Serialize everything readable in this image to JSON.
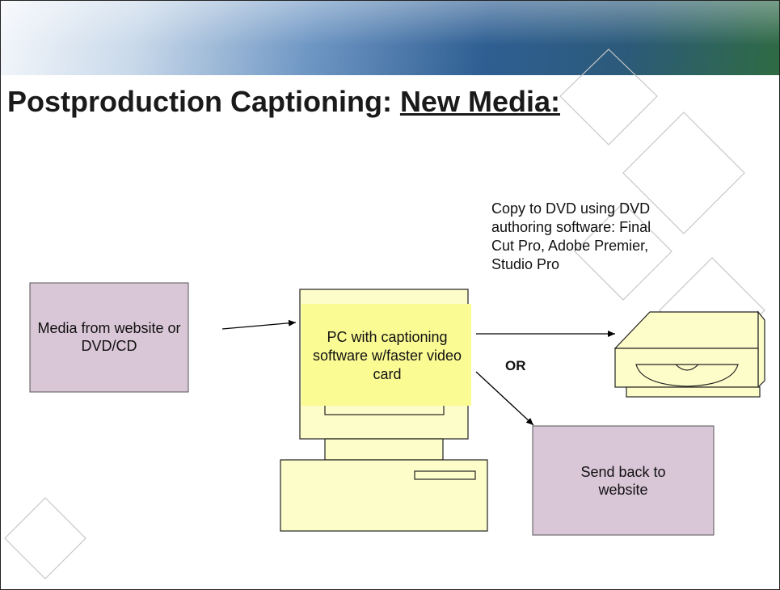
{
  "slide": {
    "title_prefix": "Postproduction Captioning: ",
    "title_underlined": "New Media:"
  },
  "diagram": {
    "source_box": "Media from website or DVD/CD",
    "pc_box": "PC with captioning software w/faster video card",
    "dvd_note": "Copy to DVD using DVD authoring software: Final Cut Pro, Adobe Premier, Studio Pro",
    "or_label": "OR",
    "website_box": "Send back to website"
  },
  "colors": {
    "box_fill": "#d9c6d7",
    "pc_fill": "#fdfdc9",
    "pc_label_fill": "#fbfb94",
    "header_left": "#f4f7fb",
    "header_right": "#2f6b43"
  }
}
